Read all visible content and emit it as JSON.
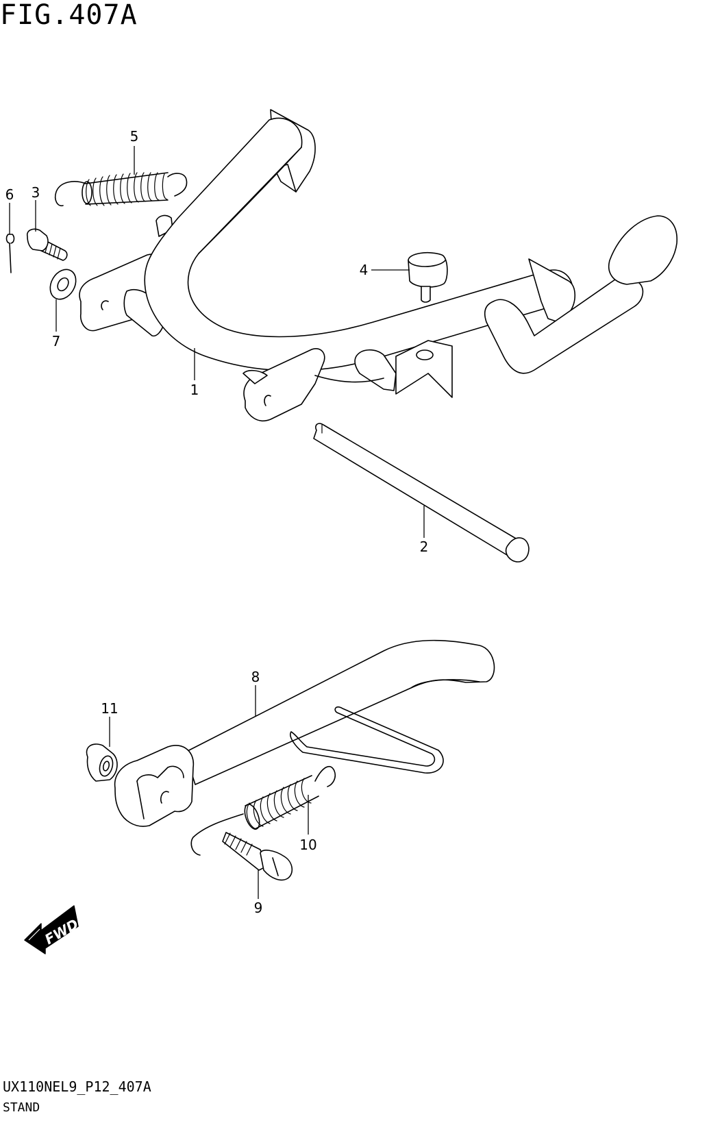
{
  "figure": {
    "title": "FIG.407A"
  },
  "footer": {
    "code": "UX110NEL9_P12_407A",
    "title": "STAND"
  },
  "fwd_label": "FWD",
  "callouts": {
    "c1": "1",
    "c2": "2",
    "c3": "3",
    "c4": "4",
    "c5": "5",
    "c6": "6",
    "c7": "7",
    "c8": "8",
    "c9": "9",
    "c10": "10",
    "c11": "11"
  }
}
